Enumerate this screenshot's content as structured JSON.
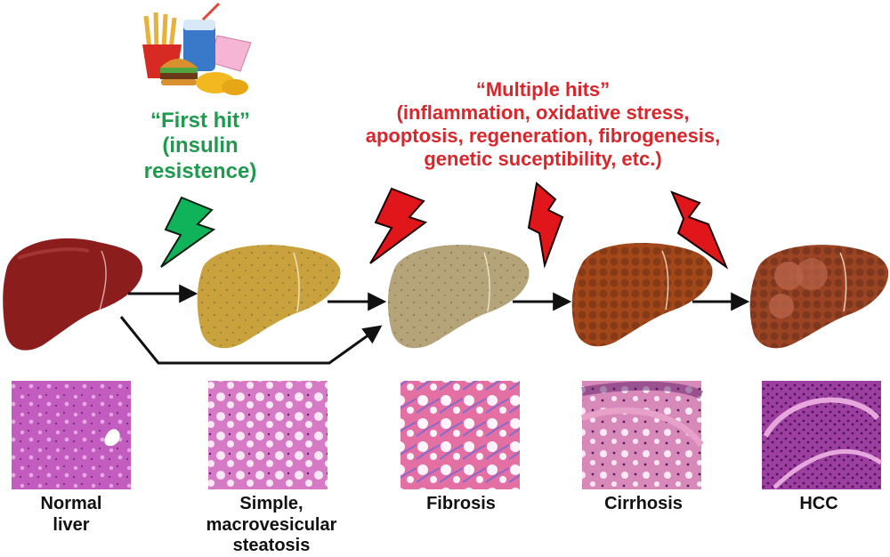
{
  "first_hit": {
    "lines": [
      "“First hit”",
      "(insulin",
      "resistence)"
    ]
  },
  "multiple_hits": {
    "lines": [
      "“Multiple hits”",
      "(inflammation, oxidative stress,",
      "apoptosis, regeneration, fibrogenesis,",
      "genetic suceptibility, etc.)"
    ]
  },
  "stages": [
    {
      "key": "normal",
      "lines": [
        "Normal",
        "liver"
      ]
    },
    {
      "key": "simple",
      "lines": [
        "Simple,",
        "macrovesicular",
        "steatosis"
      ]
    },
    {
      "key": "fibrosis",
      "lines": [
        "Fibrosis"
      ]
    },
    {
      "key": "cirrhosis",
      "lines": [
        "Cirrhosis"
      ]
    },
    {
      "key": "hcc",
      "lines": [
        "HCC"
      ]
    }
  ],
  "icons": {
    "food": "fast-food-icon",
    "bolt_green": "green-lightning-icon",
    "bolt_red": "red-lightning-icon"
  },
  "colors": {
    "first_hit": "#1f9a4f",
    "multiple_hits": "#d9262b",
    "arrow": "#111111",
    "liver_normal": "#8c1d1d",
    "liver_steatosis": "#c9a23d",
    "liver_fibrosis": "#b5a37a",
    "liver_cirrhosis": "#a3481b",
    "liver_hcc": "#9b4424"
  }
}
